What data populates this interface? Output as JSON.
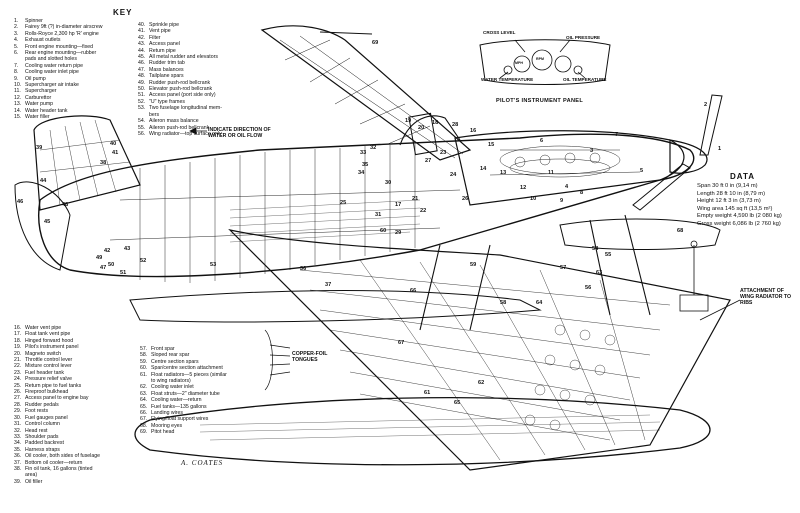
{
  "key": {
    "title": "KEY",
    "items_left": [
      {
        "n": "1.",
        "t": "Spinner"
      },
      {
        "n": "2.",
        "t": "Fairey 9ft (?) in-diameter airscrew"
      },
      {
        "n": "3.",
        "t": "Rolls-Royce 2,300 hp 'R' engine"
      },
      {
        "n": "4.",
        "t": "Exhaust outlets"
      },
      {
        "n": "5.",
        "t": "Front engine mounting—fixed"
      },
      {
        "n": "6.",
        "t": "Rear engine mounting—rubber"
      },
      {
        "n": "",
        "t": "pads and slotted holes"
      },
      {
        "n": "7.",
        "t": "Cooling water return pipe"
      },
      {
        "n": "8.",
        "t": "Cooling water inlet pipe"
      },
      {
        "n": "9.",
        "t": "Oil pump"
      },
      {
        "n": "10.",
        "t": "Supercharger air intake"
      },
      {
        "n": "11.",
        "t": "Supercharger"
      },
      {
        "n": "12.",
        "t": "Carburettor"
      },
      {
        "n": "13.",
        "t": "Water pump"
      },
      {
        "n": "14.",
        "t": "Water header tank"
      },
      {
        "n": "15.",
        "t": "Water filler"
      }
    ],
    "items_right": [
      {
        "n": "40.",
        "t": "Sprinkle pipe"
      },
      {
        "n": "41.",
        "t": "Vent pipe"
      },
      {
        "n": "42.",
        "t": "Filter"
      },
      {
        "n": "43.",
        "t": "Access panel"
      },
      {
        "n": "44.",
        "t": "Return pipe"
      },
      {
        "n": "45.",
        "t": "All metal rudder and elevators"
      },
      {
        "n": "46.",
        "t": "Rudder trim tab"
      },
      {
        "n": "47.",
        "t": "Mass balances"
      },
      {
        "n": "48.",
        "t": "Tailplane spars"
      },
      {
        "n": "49.",
        "t": "Rudder push-rod bellcrank"
      },
      {
        "n": "50.",
        "t": "Elevator push-rod bellcrank"
      },
      {
        "n": "51.",
        "t": "Access panel (port side only)"
      },
      {
        "n": "52.",
        "t": "\"U\" type frames"
      },
      {
        "n": "53.",
        "t": "Two fuselage longitudinal mem-"
      },
      {
        "n": "",
        "t": "bers"
      },
      {
        "n": "54.",
        "t": "Aileron mass balance"
      },
      {
        "n": "55.",
        "t": "Aileron push-rod bellcrank"
      },
      {
        "n": "56.",
        "t": "Wing radiator—top surface only"
      }
    ],
    "items_lower_left": [
      {
        "n": "16.",
        "t": "Water vent pipe"
      },
      {
        "n": "17.",
        "t": "Float tank vent pipe"
      },
      {
        "n": "18.",
        "t": "Hinged forward hood"
      },
      {
        "n": "19.",
        "t": "Pilot's instrument panel"
      },
      {
        "n": "20.",
        "t": "Magneto switch"
      },
      {
        "n": "21.",
        "t": "Throttle control lever"
      },
      {
        "n": "22.",
        "t": "Mixture control lever"
      },
      {
        "n": "23.",
        "t": "Fuel header tank"
      },
      {
        "n": "24.",
        "t": "Pressure relief valve"
      },
      {
        "n": "25.",
        "t": "Return pipe to fuel tanks"
      },
      {
        "n": "26.",
        "t": "Fireproof bulkhead"
      },
      {
        "n": "27.",
        "t": "Access panel to engine bay"
      },
      {
        "n": "28.",
        "t": "Rudder pedals"
      },
      {
        "n": "29.",
        "t": "Foot rests"
      },
      {
        "n": "30.",
        "t": "Fuel gauges panel"
      },
      {
        "n": "31.",
        "t": "Control column"
      },
      {
        "n": "32.",
        "t": "Head rest"
      },
      {
        "n": "33.",
        "t": "Shoulder pads"
      },
      {
        "n": "34.",
        "t": "Padded backrest"
      },
      {
        "n": "35.",
        "t": "Harness straps"
      },
      {
        "n": "36.",
        "t": "Oil cooler, both sides of fuselage"
      },
      {
        "n": "37.",
        "t": "Bottom oil cooler—return"
      },
      {
        "n": "38.",
        "t": "Fin oil tank, 16 gallons (tinted"
      },
      {
        "n": "",
        "t": "area)"
      },
      {
        "n": "39.",
        "t": "Oil filler"
      }
    ],
    "items_lower_right": [
      {
        "n": "57.",
        "t": "Front spar"
      },
      {
        "n": "58.",
        "t": "Sloped rear spar"
      },
      {
        "n": "59.",
        "t": "Centre section spars"
      },
      {
        "n": "60.",
        "t": "Spar/centre section attachment"
      },
      {
        "n": "61.",
        "t": "Float radiators—5 pieces (similar"
      },
      {
        "n": "",
        "t": "to wing radiators)"
      },
      {
        "n": "62.",
        "t": "Cooling water inlet"
      },
      {
        "n": "63.",
        "t": "Float struts—2\" diameter tube"
      },
      {
        "n": "64.",
        "t": "Cooling water—return"
      },
      {
        "n": "65.",
        "t": "Fuel tanks—135 gallons"
      },
      {
        "n": "66.",
        "t": "Landing wires"
      },
      {
        "n": "67.",
        "t": "Flying/float support wires"
      },
      {
        "n": "68.",
        "t": "Mooring eyes"
      },
      {
        "n": "69.",
        "t": "Pitot head"
      }
    ]
  },
  "flow_legend": {
    "line1": "INDICATE DIRECTION OF",
    "line2": "WATER OR OIL FLOW"
  },
  "foil_label": {
    "line1": "COPPER-FOIL",
    "line2": "TONGUES"
  },
  "attach_label": {
    "line1": "ATTACHMENT OF",
    "line2": "WING RADIATOR TO",
    "line3": "RIBS"
  },
  "instrument_panel": {
    "title": "PILOT'S INSTRUMENT PANEL",
    "cross_level": "CROSS LEVEL",
    "oil_pressure": "OIL PRESSURE",
    "water_temperature": "WATER TEMPERATURE",
    "oil_temperature": "OIL TEMPERATURE",
    "gauge_mph": "MPH",
    "gauge_rpm": "RPM"
  },
  "data": {
    "title": "DATA",
    "rows": [
      "Span 30 ft 0 in (9,14 m)",
      "Length 28 ft 10 in (8,79 m)",
      "Height 12 ft 3 in (3,73 m)",
      "Wing area 145 sq ft (13,5 m²)",
      "Empty weight 4,590 lb (2 080 kg)",
      "Gross weight 6,086 lb (2 760 kg)"
    ]
  },
  "signature": "A. COATES",
  "callouts": [
    "1",
    "2",
    "3",
    "4",
    "5",
    "6",
    "7",
    "8",
    "9",
    "10",
    "11",
    "12",
    "13",
    "14",
    "15",
    "16",
    "17",
    "18",
    "19",
    "20",
    "21",
    "22",
    "23",
    "24",
    "25",
    "26",
    "27",
    "28",
    "29",
    "30",
    "31",
    "32",
    "33",
    "34",
    "35",
    "36",
    "37",
    "38",
    "39",
    "40",
    "41",
    "42",
    "43",
    "44",
    "45",
    "46",
    "47",
    "48",
    "49",
    "50",
    "51",
    "52",
    "53",
    "54",
    "55",
    "56",
    "57",
    "58",
    "59",
    "60",
    "61",
    "62",
    "63",
    "64",
    "65",
    "66",
    "67",
    "68",
    "69"
  ],
  "colors": {
    "ink": "#111111",
    "paper": "#ffffff"
  }
}
